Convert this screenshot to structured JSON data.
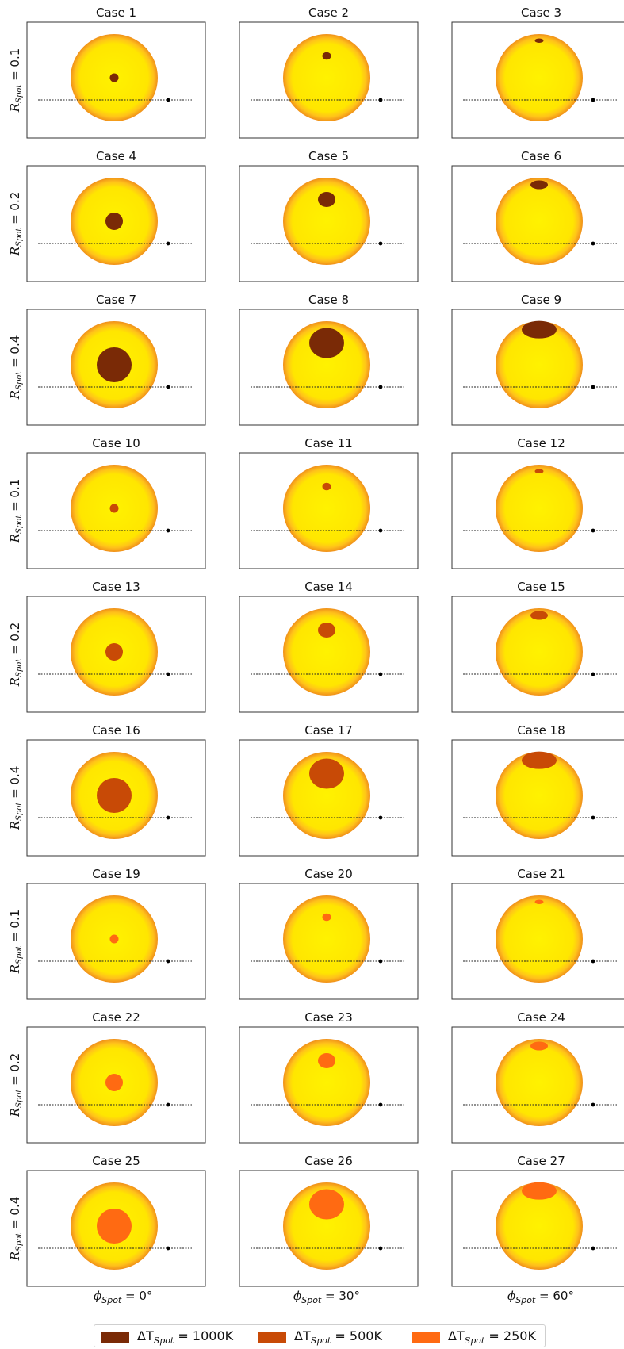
{
  "rows_ylabels": [
    "0.1",
    "0.2",
    "0.4",
    "0.1",
    "0.2",
    "0.4",
    "0.1",
    "0.2",
    "0.4"
  ],
  "ylabel_prefix": "R",
  "ylabel_subscript": "Spot",
  "columns": [
    {
      "phi_deg": 0,
      "label_value": "0"
    },
    {
      "phi_deg": 30,
      "label_value": "30"
    },
    {
      "phi_deg": 60,
      "label_value": "60"
    }
  ],
  "xlabel_prefix": "ϕ",
  "xlabel_subscript": "Spot",
  "cases": [
    {
      "title": "Case 1",
      "spot_radius": 0.1,
      "phi_deg": 0,
      "delta_t": 1000
    },
    {
      "title": "Case 2",
      "spot_radius": 0.1,
      "phi_deg": 30,
      "delta_t": 1000
    },
    {
      "title": "Case 3",
      "spot_radius": 0.1,
      "phi_deg": 60,
      "delta_t": 1000
    },
    {
      "title": "Case 4",
      "spot_radius": 0.2,
      "phi_deg": 0,
      "delta_t": 1000
    },
    {
      "title": "Case 5",
      "spot_radius": 0.2,
      "phi_deg": 30,
      "delta_t": 1000
    },
    {
      "title": "Case 6",
      "spot_radius": 0.2,
      "phi_deg": 60,
      "delta_t": 1000
    },
    {
      "title": "Case 7",
      "spot_radius": 0.4,
      "phi_deg": 0,
      "delta_t": 1000
    },
    {
      "title": "Case 8",
      "spot_radius": 0.4,
      "phi_deg": 30,
      "delta_t": 1000
    },
    {
      "title": "Case 9",
      "spot_radius": 0.4,
      "phi_deg": 60,
      "delta_t": 1000
    },
    {
      "title": "Case 10",
      "spot_radius": 0.1,
      "phi_deg": 0,
      "delta_t": 500
    },
    {
      "title": "Case 11",
      "spot_radius": 0.1,
      "phi_deg": 30,
      "delta_t": 500
    },
    {
      "title": "Case 12",
      "spot_radius": 0.1,
      "phi_deg": 60,
      "delta_t": 500
    },
    {
      "title": "Case 13",
      "spot_radius": 0.2,
      "phi_deg": 0,
      "delta_t": 500
    },
    {
      "title": "Case 14",
      "spot_radius": 0.2,
      "phi_deg": 30,
      "delta_t": 500
    },
    {
      "title": "Case 15",
      "spot_radius": 0.2,
      "phi_deg": 60,
      "delta_t": 500
    },
    {
      "title": "Case 16",
      "spot_radius": 0.4,
      "phi_deg": 0,
      "delta_t": 500
    },
    {
      "title": "Case 17",
      "spot_radius": 0.4,
      "phi_deg": 30,
      "delta_t": 500
    },
    {
      "title": "Case 18",
      "spot_radius": 0.4,
      "phi_deg": 60,
      "delta_t": 500
    },
    {
      "title": "Case 19",
      "spot_radius": 0.1,
      "phi_deg": 0,
      "delta_t": 250
    },
    {
      "title": "Case 20",
      "spot_radius": 0.1,
      "phi_deg": 30,
      "delta_t": 250
    },
    {
      "title": "Case 21",
      "spot_radius": 0.1,
      "phi_deg": 60,
      "delta_t": 250
    },
    {
      "title": "Case 22",
      "spot_radius": 0.2,
      "phi_deg": 0,
      "delta_t": 250
    },
    {
      "title": "Case 23",
      "spot_radius": 0.2,
      "phi_deg": 30,
      "delta_t": 250
    },
    {
      "title": "Case 24",
      "spot_radius": 0.2,
      "phi_deg": 60,
      "delta_t": 250
    },
    {
      "title": "Case 25",
      "spot_radius": 0.4,
      "phi_deg": 0,
      "delta_t": 250
    },
    {
      "title": "Case 26",
      "spot_radius": 0.4,
      "phi_deg": 30,
      "delta_t": 250
    },
    {
      "title": "Case 27",
      "spot_radius": 0.4,
      "phi_deg": 60,
      "delta_t": 250
    }
  ],
  "legend": [
    {
      "prefix": "ΔT",
      "subscript": "Spot",
      "value": " = 1000K",
      "delta_t": 1000
    },
    {
      "prefix": "ΔT",
      "subscript": "Spot",
      "value": " = 500K",
      "delta_t": 500
    },
    {
      "prefix": "ΔT",
      "subscript": "Spot",
      "value": " = 250K",
      "delta_t": 250
    }
  ],
  "colors": {
    "star_core": "#fff200",
    "star_limb": "#f0901a",
    "spot_1000": "#7a2a06",
    "spot_500": "#c84a06",
    "spot_250": "#ff6a12",
    "frame": "#333333",
    "transit_line": "#222222"
  }
}
